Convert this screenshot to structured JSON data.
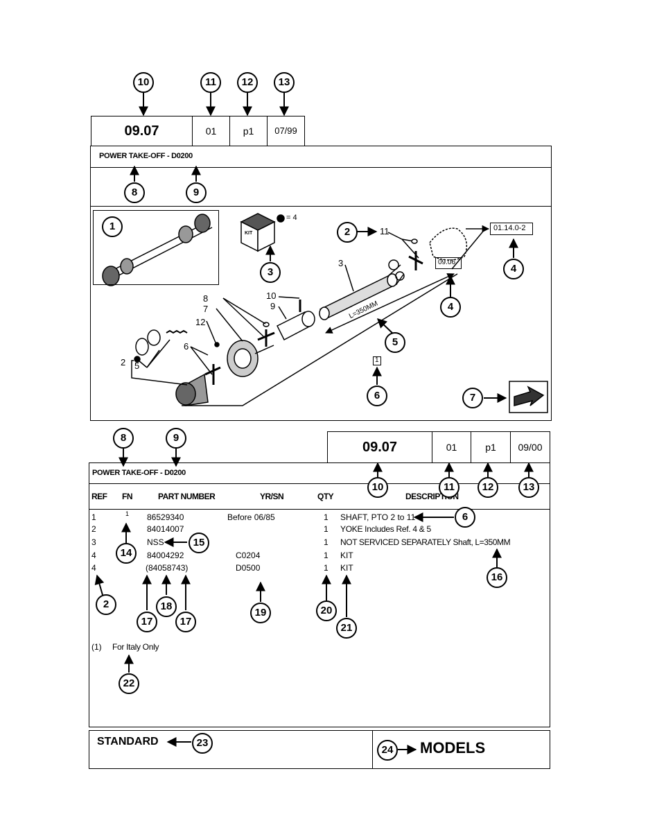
{
  "top_header": {
    "section": "09.07",
    "sub": "01",
    "page": "p1",
    "date": "07/99",
    "title": "POWER TAKE-OFF - D0200"
  },
  "callouts": {
    "c10": "10",
    "c11": "11",
    "c12": "12",
    "c13": "13",
    "c8": "8",
    "c9": "9",
    "c1": "1",
    "c2": "2",
    "c3": "3",
    "c4": "4",
    "c5": "5",
    "c6": "6",
    "c7": "7",
    "c14": "14",
    "c15": "15",
    "c16": "16",
    "c17": "17",
    "c18": "18",
    "c19": "19",
    "c20": "20",
    "c21": "21",
    "c22": "22",
    "c23": "23",
    "c24": "24"
  },
  "diagram": {
    "kit_legend": "= 4",
    "kit_label": "KIT",
    "ref_box_1": "01.14.0-2",
    "ref_box_2": "09.06",
    "ref_box_3": "1",
    "length_label": "L=350MM",
    "labels": {
      "n11": "11",
      "n3": "3",
      "n10": "10",
      "n9": "9",
      "n8": "8",
      "n7": "7",
      "n12": "12",
      "n6": "6",
      "n2": "2",
      "n5": "5"
    }
  },
  "bottom_header": {
    "section": "09.07",
    "sub": "01",
    "page": "p1",
    "date": "09/00",
    "title": "POWER TAKE-OFF - D0200"
  },
  "table": {
    "headers": {
      "ref": "REF",
      "fn": "FN",
      "part": "PART NUMBER",
      "yr": "YR/SN",
      "qty": "QTY",
      "desc": "DESCRIPTION"
    },
    "rows": [
      {
        "ref": "1",
        "fn": "1",
        "part": "86529340",
        "yr": "Before 06/85",
        "qty": "1",
        "desc": "SHAFT, PTO 2 to 11"
      },
      {
        "ref": "2",
        "fn": "",
        "part": "84014007",
        "yr": "",
        "qty": "1",
        "desc": "YOKE Includes Ref. 4 & 5"
      },
      {
        "ref": "3",
        "fn": "",
        "part": "NSS",
        "yr": "",
        "qty": "1",
        "desc": "NOT SERVICED SEPARATELY Shaft, L=350MM"
      },
      {
        "ref": "4",
        "fn": "",
        "part": "84004292",
        "yr": "C0204",
        "qty": "1",
        "desc": "KIT"
      },
      {
        "ref": "4",
        "fn": "",
        "part": "(84058743)",
        "yr": "D0500",
        "qty": "1",
        "desc": "KIT"
      }
    ],
    "footnote_mark": "(1)",
    "footnote_text": "For Italy Only"
  },
  "footer": {
    "standard": "STANDARD",
    "models": "MODELS"
  }
}
